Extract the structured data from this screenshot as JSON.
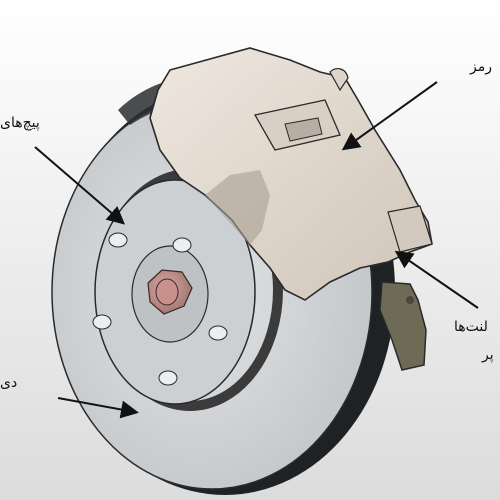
{
  "labels": {
    "caliper": "رمز",
    "lug_bolts": "پیچ‌های",
    "pads_line1": "لنت‌ها",
    "pads_line2": "پر",
    "disc": "دی"
  },
  "colors": {
    "background_top": "#ffffff",
    "background_bottom": "#dcdcdc",
    "rotor_face": "#d4d6d8",
    "rotor_edge": "#1f2224",
    "hub": "#c9cbcd",
    "caliper": "#e6ddd3",
    "caliper_shadow": "#a89f95",
    "center_nut": "#b98c88",
    "pad": "#6f6a55",
    "outline": "#2a2a2a",
    "arrow": "#111111"
  }
}
